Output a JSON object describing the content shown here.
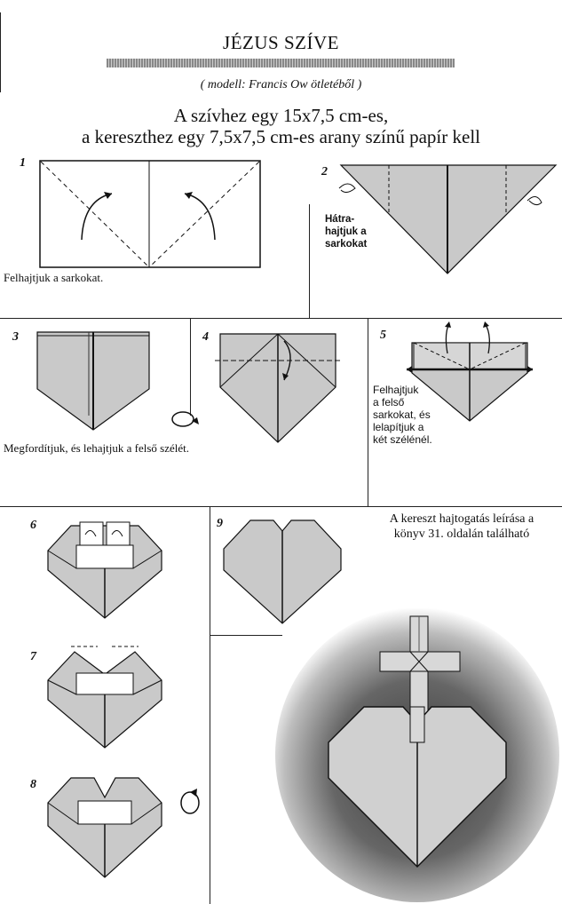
{
  "title": "JÉZUS SZÍVE",
  "subtitle": "( modell: Francis Ow ötletéből )",
  "intro": {
    "line1": "A szívhez  egy 15x7,5 cm-es,",
    "line2": "a kereszthez egy 7,5x7,5 cm-es arany színű papír kell"
  },
  "steps": [
    {
      "number": "1",
      "caption": "Felhajtjuk a sarkokat."
    },
    {
      "number": "2",
      "caption": "Hátra-\nhajtjuk a\nsarkokat"
    },
    {
      "number": "3",
      "caption": "Megfordítjuk, és lehajtjuk a felső szélét."
    },
    {
      "number": "4",
      "caption": ""
    },
    {
      "number": "5",
      "caption": "Felhajtjuk\na felső\nsarkokat, és\nlelapítjuk a\nkét szélénél."
    },
    {
      "number": "6",
      "caption": ""
    },
    {
      "number": "7",
      "caption": ""
    },
    {
      "number": "8",
      "caption": ""
    },
    {
      "number": "9",
      "caption": ""
    }
  ],
  "note": "A kereszt hajtogatás leírása a\nkönyv 31. oldalán található",
  "colors": {
    "paper": "#c9c9c9",
    "ink": "#111111",
    "vignette": "#555555"
  }
}
